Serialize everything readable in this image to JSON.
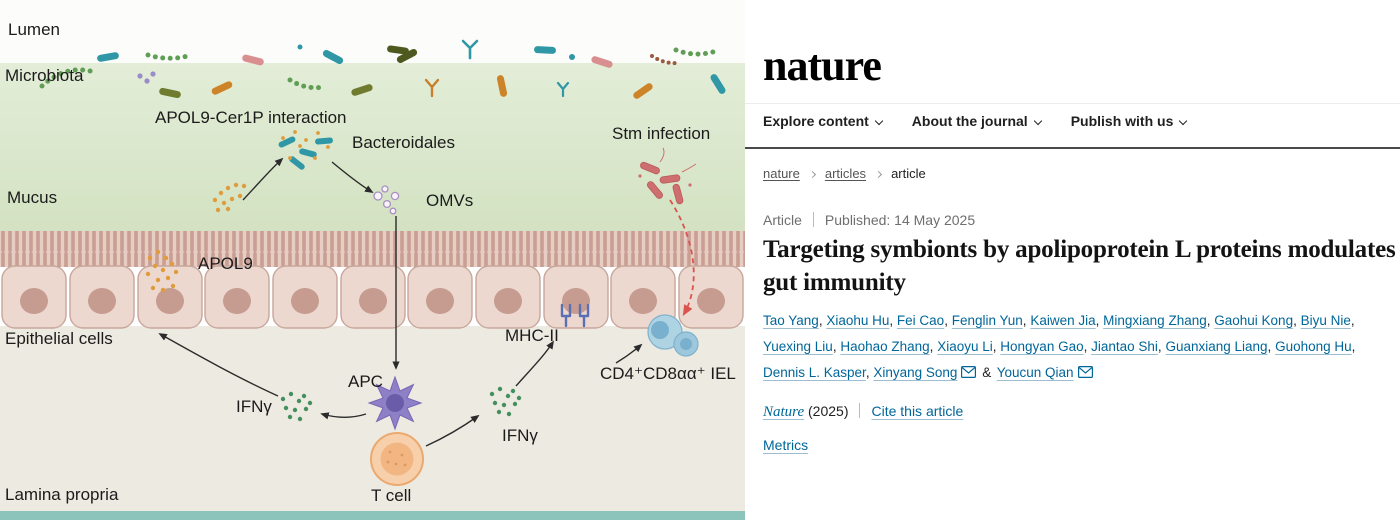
{
  "diagram": {
    "labels": {
      "lumen": "Lumen",
      "microbiota": "Microbiota",
      "apol9_cer1p": "APOL9-Cer1P interaction",
      "bacteroidales": "Bacteroidales",
      "stm_infection": "Stm infection",
      "mucus": "Mucus",
      "omvs": "OMVs",
      "apol9": "APOL9",
      "epithelial_cells": "Epithelial cells",
      "mhc2": "MHC-II",
      "cd4_iel": "CD4⁺CD8αα⁺ IEL",
      "apc": "APC",
      "ifng_left": "IFNγ",
      "ifng_right": "IFNγ",
      "t_cell": "T cell",
      "lamina_propria": "Lamina propria"
    },
    "colors": {
      "mucus_green": "#dce8cd",
      "epithelium_pink": "#ecd8cf",
      "nucleus_rose": "#c69c91",
      "lamina_bg": "#edeae1",
      "accent_teal": "#2f97a5",
      "accent_orange": "#e09b3a",
      "stm_red": "#ce6e6e",
      "ifng_green": "#43905e",
      "apc_purple": "#8d80c6",
      "tcell_orange": "#f2b683",
      "iel_blue": "#aed3e3",
      "footer_bar": "#8cc4bc"
    }
  },
  "site": {
    "logo": "nature",
    "nav": [
      "Explore content",
      "About the journal",
      "Publish with us"
    ],
    "breadcrumb": [
      "nature",
      "articles",
      "article"
    ]
  },
  "article": {
    "type_label": "Article",
    "published": "Published: 14 May 2025",
    "title": "Targeting symbionts by apolipoprotein L proteins modulates gut immunity",
    "authors": [
      "Tao Yang",
      "Xiaohu Hu",
      "Fei Cao",
      "Fenglin Yun",
      "Kaiwen Jia",
      "Mingxiang Zhang",
      "Gaohui Kong",
      "Biyu Nie",
      "Yuexing Liu",
      "Haohao Zhang",
      "Xiaoyu Li",
      "Hongyan Gao",
      "Jiantao Shi",
      "Guanxiang Liang",
      "Guohong Hu",
      "Dennis L. Kasper",
      "Xinyang Song",
      "Youcun Qian"
    ],
    "authors_sep": ",",
    "ampersand": "&",
    "journal_name": "Nature",
    "journal_year": "(2025)",
    "cite_link": "Cite this article",
    "metrics_link": "Metrics"
  }
}
